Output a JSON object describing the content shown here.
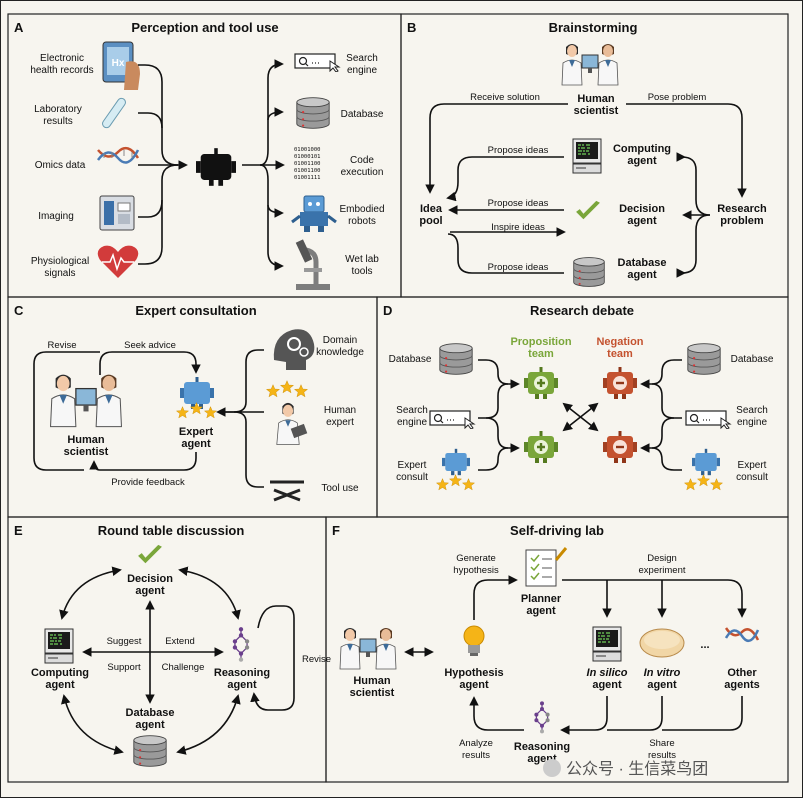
{
  "colors": {
    "panel_bg": "#f7f5ef",
    "border": "#222222",
    "agent_blue": "#5b9bd5",
    "green": "#7aa63a",
    "red": "#c4522f",
    "star": "#f5b417",
    "heart": "#d23b3b",
    "purple": "#6a3f8c"
  },
  "panel_a": {
    "letter": "A",
    "title": "Perception and tool use",
    "inputs": [
      {
        "icon": "tablet-hand-icon",
        "label_1": "Electronic",
        "label_2": "health records"
      },
      {
        "icon": "test-tube-icon",
        "label_1": "Laboratory",
        "label_2": "results"
      },
      {
        "icon": "dna-icon",
        "label_1": "Omics data",
        "label_2": ""
      },
      {
        "icon": "scanner-icon",
        "label_1": "Imaging",
        "label_2": ""
      },
      {
        "icon": "heart-icon",
        "label_1": "Physiological",
        "label_2": "signals"
      }
    ],
    "tools": [
      {
        "icon": "search-icon",
        "label_1": "Search",
        "label_2": "engine"
      },
      {
        "icon": "database-icon",
        "label_1": "Database",
        "label_2": ""
      },
      {
        "icon": "binary-code-icon",
        "label_1": "Code",
        "label_2": "execution"
      },
      {
        "icon": "robot-icon",
        "label_1": "Embodied",
        "label_2": "robots"
      },
      {
        "icon": "microscope-icon",
        "label_1": "Wet lab",
        "label_2": "tools"
      }
    ],
    "code_lines": [
      "01001000",
      "01000101",
      "01001100",
      "01001100",
      "01001111"
    ]
  },
  "panel_b": {
    "letter": "B",
    "title": "Brainstorming",
    "human": [
      "Human",
      "scientist"
    ],
    "idea_pool": [
      "Idea",
      "pool"
    ],
    "research_problem": [
      "Research",
      "problem"
    ],
    "computing_agent": [
      "Computing",
      "agent"
    ],
    "decision_agent": [
      "Decision",
      "agent"
    ],
    "database_agent": [
      "Database",
      "agent"
    ],
    "edges": {
      "receive_solution": "Receive solution",
      "pose_problem": "Pose problem",
      "propose_1": "Propose ideas",
      "propose_2": "Propose ideas",
      "inspire": "Inspire ideas",
      "propose_3": "Propose ideas"
    }
  },
  "panel_c": {
    "letter": "C",
    "title": "Expert consultation",
    "revise": "Revise",
    "seek_advice": "Seek advice",
    "provide_feedback": "Provide feedback",
    "human": [
      "Human",
      "scientist"
    ],
    "expert": [
      "Expert",
      "agent"
    ],
    "domain": [
      "Domain",
      "knowledge"
    ],
    "human_expert": [
      "Human",
      "expert"
    ],
    "tool_use": "Tool use"
  },
  "panel_d": {
    "letter": "D",
    "title": "Research debate",
    "proposition": [
      "Proposition",
      "team"
    ],
    "negation": [
      "Negation",
      "team"
    ],
    "left": {
      "database": "Database",
      "search": [
        "Search",
        "engine"
      ],
      "expert": [
        "Expert",
        "consult"
      ]
    },
    "right": {
      "database": "Database",
      "search": [
        "Search",
        "engine"
      ],
      "expert": [
        "Expert",
        "consult"
      ]
    }
  },
  "panel_e": {
    "letter": "E",
    "title": "Round table discussion",
    "decision": [
      "Decision",
      "agent"
    ],
    "computing": [
      "Computing",
      "agent"
    ],
    "reasoning": [
      "Reasoning",
      "agent"
    ],
    "database": [
      "Database",
      "agent"
    ],
    "suggest": "Suggest",
    "extend": "Extend",
    "support": "Support",
    "challenge": "Challenge",
    "revise": "Revise"
  },
  "panel_f": {
    "letter": "F",
    "title": "Self-driving lab",
    "human": [
      "Human",
      "scientist"
    ],
    "hypothesis": [
      "Hypothesis",
      "agent"
    ],
    "planner": [
      "Planner",
      "agent"
    ],
    "in_silico": [
      "In silico",
      "agent"
    ],
    "in_vitro": [
      "In vitro",
      "agent"
    ],
    "other": [
      "Other",
      "agents"
    ],
    "reasoning": [
      "Reasoning",
      "agent"
    ],
    "generate": [
      "Generate",
      "hypothesis"
    ],
    "design": [
      "Design",
      "experiment"
    ],
    "analyze": [
      "Analyze",
      "results"
    ],
    "share": [
      "Share",
      "results"
    ],
    "ellipsis": "..."
  },
  "watermark": "公众号 · 生信菜鸟团"
}
